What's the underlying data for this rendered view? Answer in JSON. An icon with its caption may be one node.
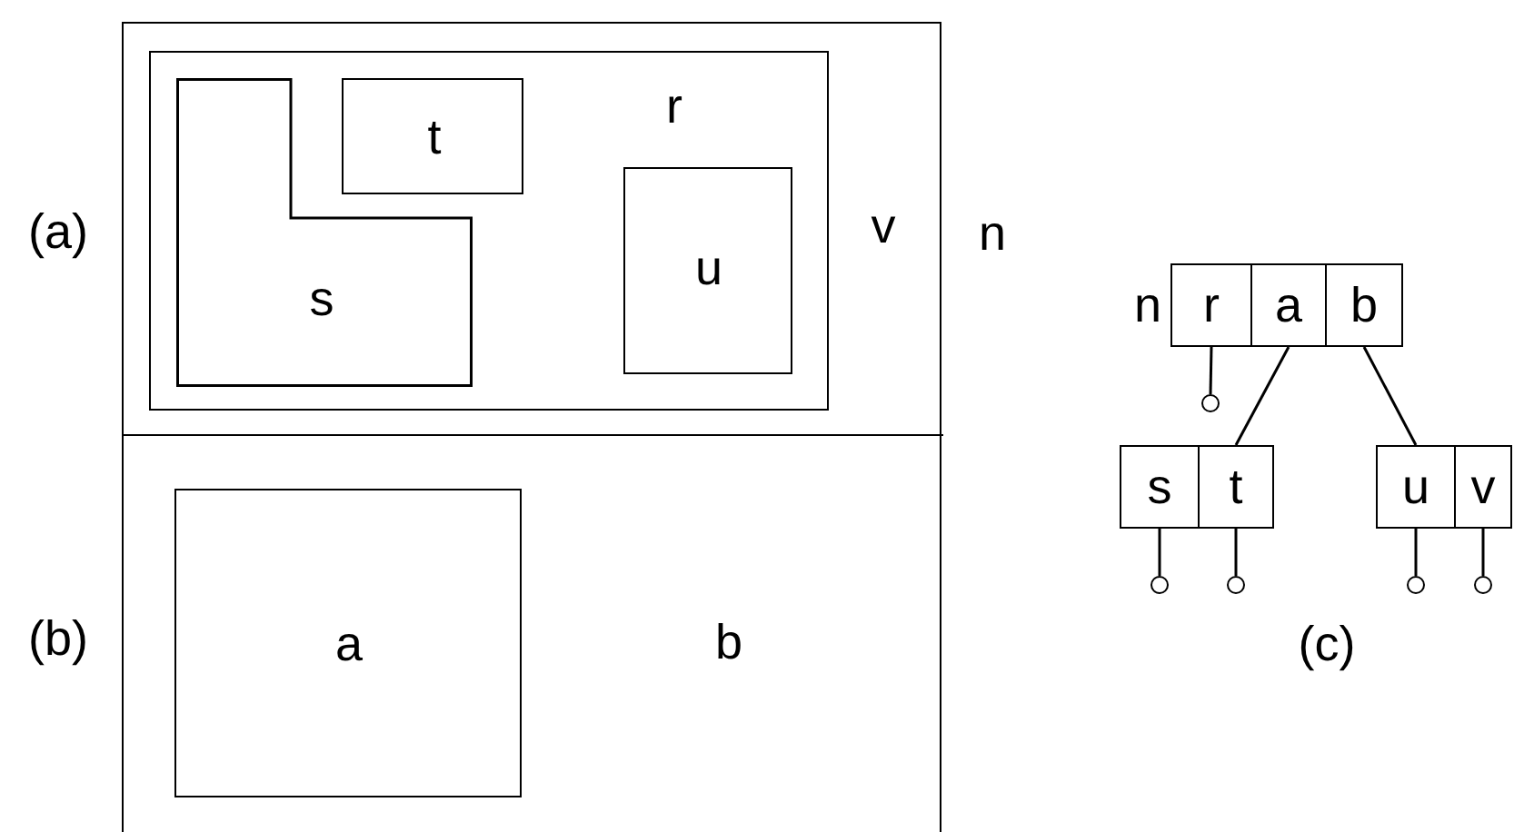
{
  "diagram": {
    "nodes": [
      {
        "text": [
          "n"
        ]
      },
      {
        "text": [
          "v"
        ],
        "in": 0
      },
      {
        "text": [
          "r"
        ],
        "in": 1
      },
      {
        "text": [
          "s"
        ],
        "in": 2
      },
      {
        "text": [
          "t"
        ],
        "in": 2
      },
      {
        "text": [
          "u"
        ],
        "in": 2
      },
      {
        "text": [
          "b"
        ],
        "in": 0
      },
      {
        "text": [
          "a"
        ],
        "in": 6
      },
      {
        "text": [
          "r"
        ],
        "beside": [
          "n"
        ]
      },
      {
        "text": [
          "a"
        ]
      },
      {
        "text": [
          "b"
        ]
      },
      {
        "text": [
          "s"
        ]
      },
      {
        "text": [
          "t"
        ]
      },
      {
        "text": [
          "u"
        ]
      },
      {
        "text": [
          "v"
        ]
      },
      {
        "text": [],
        "shape": "circle"
      },
      {
        "text": [],
        "shape": "circle"
      },
      {
        "text": [],
        "shape": "circle"
      },
      {
        "text": [],
        "shape": "circle"
      },
      {
        "text": [],
        "shape": "circle"
      }
    ],
    "edges": [
      {
        "from": 8,
        "to": 15,
        "arrow": "none"
      },
      {
        "from": 9,
        "to": 12,
        "arrow": "none"
      },
      {
        "from": 10,
        "to": 13,
        "arrow": "none"
      },
      {
        "from": 11,
        "to": 16,
        "arrow": "none"
      },
      {
        "from": 12,
        "to": 17,
        "arrow": "none"
      },
      {
        "from": 13,
        "to": 18,
        "arrow": "none"
      },
      {
        "from": 14,
        "to": 19,
        "arrow": "none"
      }
    ],
    "labels": [
      "(a)",
      "(b)",
      "(c)"
    ]
  }
}
